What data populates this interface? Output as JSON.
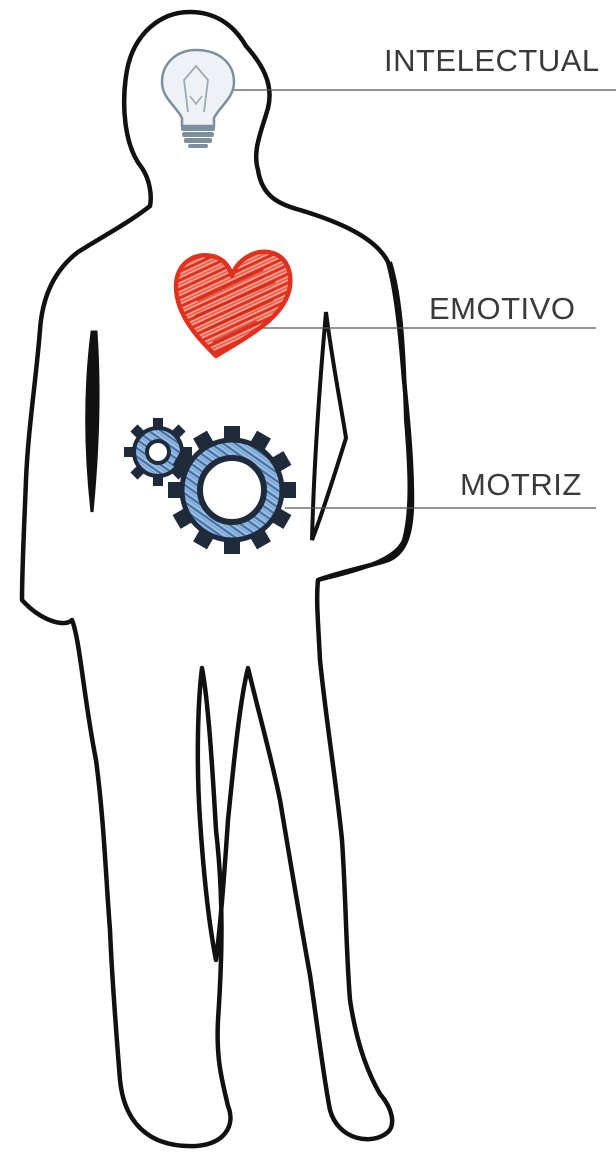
{
  "labels": {
    "intelectual": "INTELECTUAL",
    "emotivo": "EMOTIVO",
    "motriz": "MOTRIZ"
  },
  "icons": {
    "head": "light-bulb",
    "chest": "heart",
    "abdomen": "gears"
  },
  "colors": {
    "outline": "#111111",
    "leader_line": "#555555",
    "label_text": "#3a3a3a",
    "heart": "#e0301e",
    "gear_outline": "#1f2a3a",
    "gear_fill": "#6f9ccc",
    "bulb": "#7d8f9e"
  }
}
